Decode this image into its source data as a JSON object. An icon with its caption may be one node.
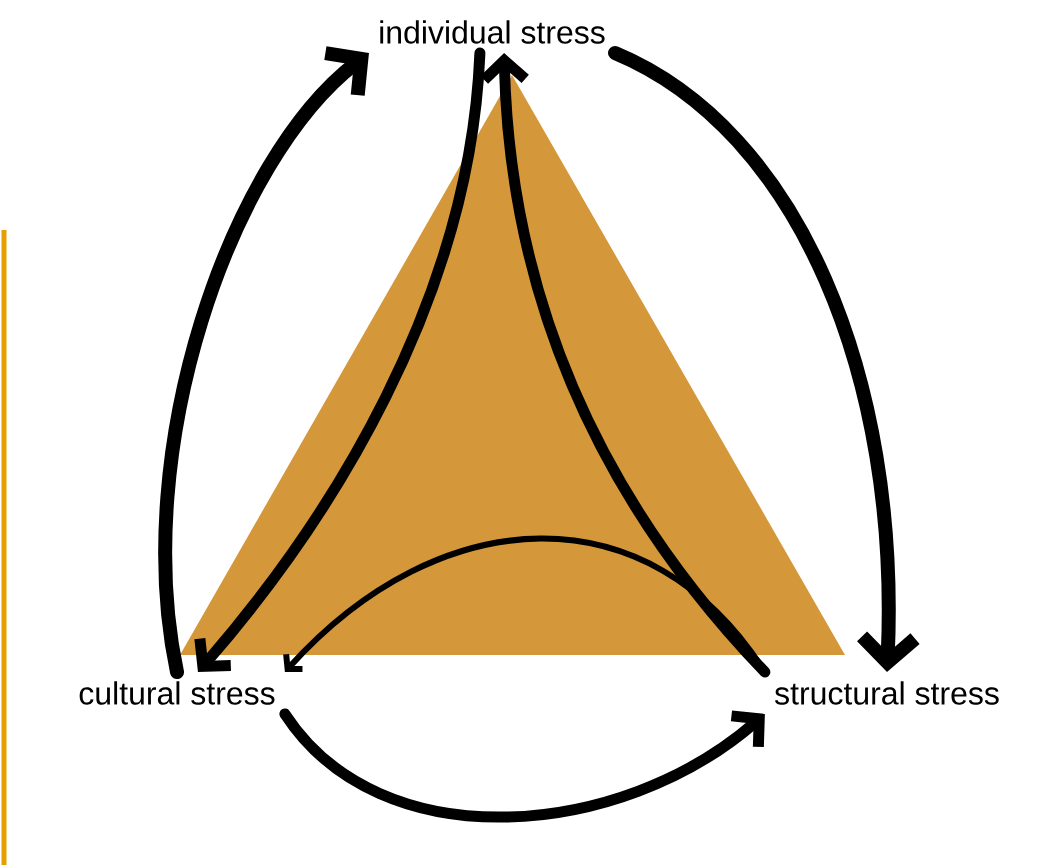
{
  "diagram": {
    "nodes": [
      {
        "text": [
          "individual stress"
        ]
      },
      {
        "text": [
          "cultural stress"
        ]
      },
      {
        "text": [
          "structural stress"
        ]
      }
    ],
    "edges": [
      {
        "from": 1,
        "to": 0,
        "arrow": "to"
      },
      {
        "from": 0,
        "to": 2,
        "arrow": "to"
      },
      {
        "from": 1,
        "to": 2,
        "arrow": "to"
      },
      {
        "from": 0,
        "to": 1,
        "arrow": "to"
      },
      {
        "from": 2,
        "to": 0,
        "arrow": "to"
      },
      {
        "from": 2,
        "to": 1,
        "arrow": "to"
      }
    ]
  }
}
